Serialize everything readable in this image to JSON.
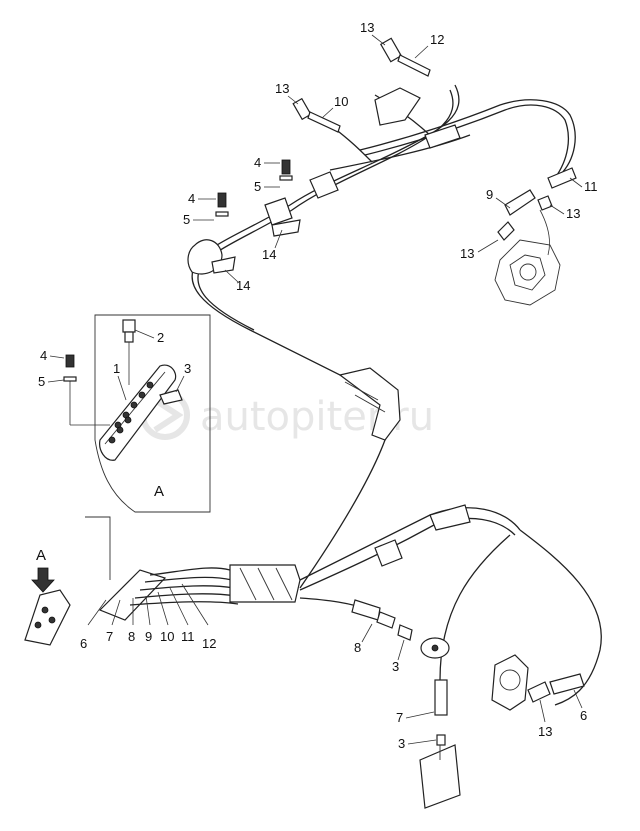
{
  "watermark": {
    "text": "autopiter.ru"
  },
  "detail_view": {
    "label": "A"
  },
  "view_arrow": {
    "label": "A"
  },
  "callouts": {
    "c13_top": "13",
    "c12_top": "12",
    "c13_mid": "13",
    "c10_mid": "10",
    "c4_a": "4",
    "c5_a": "5",
    "c4_b": "4",
    "c5_b": "5",
    "c14_a": "14",
    "c14_b": "14",
    "c9_right": "9",
    "c11_right": "11",
    "c13_right_a": "13",
    "c13_right_b": "13",
    "c2_detail": "2",
    "c1_detail": "1",
    "c3_detail": "3",
    "c4_detail": "4",
    "c5_detail": "5",
    "c6_bottom": "6",
    "c7_bottom": "7",
    "c8_bottom": "8",
    "c9_bottom": "9",
    "c10_bottom": "10",
    "c11_bottom": "11",
    "c12_bottom": "12",
    "c8_lower": "8",
    "c3_lower": "3",
    "c7_lower": "7",
    "c3_lowest": "3",
    "c13_lower": "13",
    "c6_lower": "6"
  }
}
